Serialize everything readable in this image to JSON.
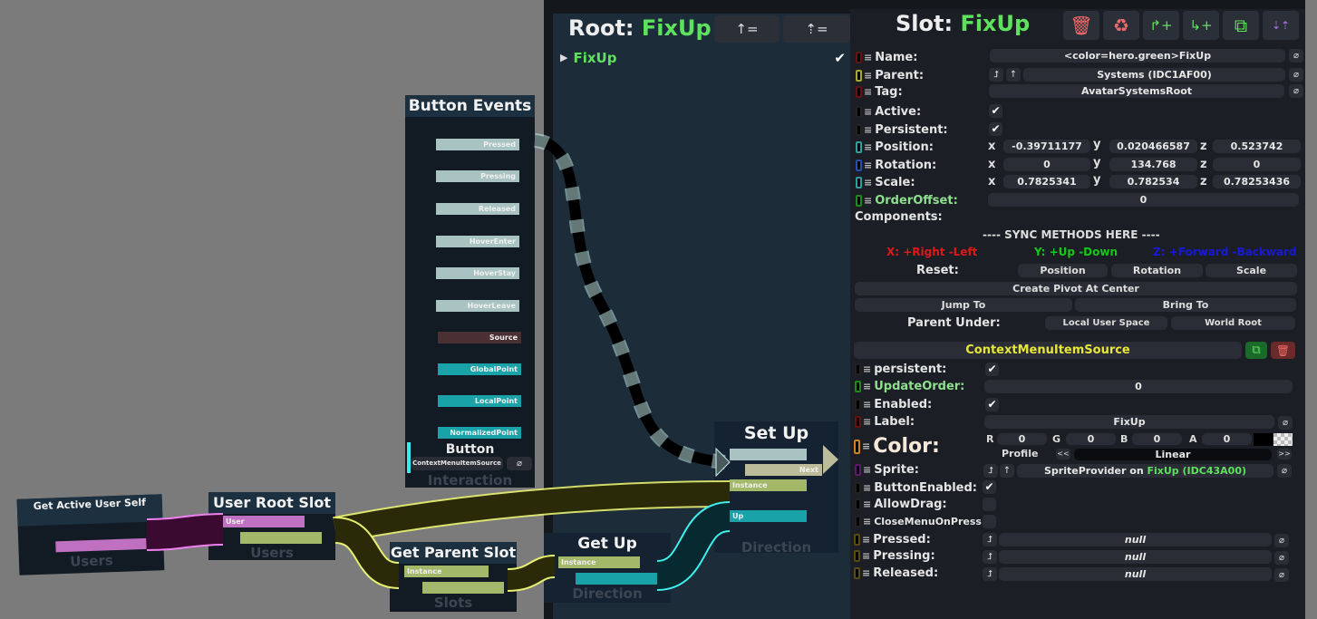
{
  "hierarchy": {
    "title_prefix": "Root: ",
    "title_name": "FixUp",
    "buttons": [
      {
        "icon": "move-up-icon",
        "glyph": "↑="
      },
      {
        "icon": "move-out-icon",
        "glyph": "⇡="
      }
    ],
    "items": [
      {
        "label": "FixUp",
        "active": true
      }
    ]
  },
  "inspector": {
    "title_prefix": "Slot: ",
    "title_name": "FixUp",
    "toolbar": [
      {
        "icon": "trash-icon",
        "glyph": "🗑",
        "color": "#f06a6a"
      },
      {
        "icon": "recycle-icon",
        "glyph": "♻",
        "color": "#f06a6a"
      },
      {
        "icon": "insert-parent-icon",
        "glyph": "↱+",
        "color": "#5ee25e"
      },
      {
        "icon": "add-child-icon",
        "glyph": "↳+",
        "color": "#5ee25e"
      },
      {
        "icon": "duplicate-icon",
        "glyph": "⧉",
        "color": "#5ee25e"
      },
      {
        "icon": "center-icon",
        "glyph": "⇣⇡",
        "color": "#b070e0"
      }
    ],
    "name": {
      "label": "Name:",
      "value": "<color=hero.green>FixUp"
    },
    "parent": {
      "label": "Parent:",
      "value": "Systems (IDC1AF00)"
    },
    "tag": {
      "label": "Tag:",
      "value": "AvatarSystemsRoot"
    },
    "active": {
      "label": "Active:",
      "checked": true
    },
    "persistent": {
      "label": "Persistent:",
      "checked": true
    },
    "position": {
      "label": "Position:",
      "x": "-0.39711177",
      "y": "0.020466587",
      "z": "0.523742"
    },
    "rotation": {
      "label": "Rotation:",
      "x": "0",
      "y": "134.768",
      "z": "0"
    },
    "scale": {
      "label": "Scale:",
      "x": "0.7825341",
      "y": "0.782534",
      "z": "0.78253436"
    },
    "order_offset": {
      "label": "OrderOffset:",
      "value": "0"
    },
    "axis_labels": {
      "x": "x",
      "y": "y",
      "z": "z"
    },
    "components_label": "Components:",
    "sync_header": "---- SYNC METHODS HERE ----",
    "axis_hints": {
      "x": "X: +Right -Left",
      "y": "Y: +Up -Down",
      "z": "Z: +Forward -Backward"
    },
    "reset": {
      "label": "Reset:",
      "position": "Position",
      "rotation": "Rotation",
      "scale": "Scale"
    },
    "create_pivot": "Create Pivot At Center",
    "jump_to": "Jump To",
    "bring_to": "Bring To",
    "parent_under": {
      "label": "Parent Under:",
      "local": "Local User Space",
      "world": "World Root"
    },
    "component": {
      "name": "ContextMenuItemSource",
      "persistent": {
        "label": "persistent:",
        "checked": true
      },
      "update_order": {
        "label": "UpdateOrder:",
        "value": "0"
      },
      "enabled": {
        "label": "Enabled:",
        "checked": true
      },
      "label": {
        "label": "Label:",
        "value": "FixUp"
      },
      "color": {
        "label": "Color:",
        "r": "0",
        "g": "0",
        "b": "0",
        "a": "0",
        "profile_label": "Profile",
        "profile": "Linear",
        "prev": "<<",
        "next": ">>",
        "R": "R",
        "G": "G",
        "B": "B",
        "A": "A"
      },
      "sprite": {
        "label": "Sprite:",
        "value_prefix": "SpriteProvider on ",
        "value_name": "FixUp (IDC43A00)"
      },
      "button_enabled": {
        "label": "ButtonEnabled:",
        "checked": true
      },
      "allow_drag": {
        "label": "AllowDrag:",
        "checked": false
      },
      "close_menu": {
        "label": "CloseMenuOnPress:",
        "checked": false
      },
      "pressed": {
        "label": "Pressed:",
        "value": "null"
      },
      "pressing": {
        "label": "Pressing:",
        "value": "null"
      },
      "released": {
        "label": "Released:",
        "value": "null"
      }
    }
  },
  "nodes": {
    "button_events": {
      "title": "Button Events",
      "outputs": [
        "Pressed",
        "Pressing",
        "Released",
        "HoverEnter",
        "HoverStay",
        "HoverLeave",
        "Source",
        "GlobalPoint",
        "LocalPoint",
        "NormalizedPoint"
      ],
      "field_title": "Button",
      "field_value": "ContextMenuItemSource",
      "category": "Interaction"
    },
    "get_active_user": {
      "title": "Get Active User Self",
      "category": "Users"
    },
    "user_root_slot": {
      "title": "User Root Slot",
      "input": "User",
      "category": "Users"
    },
    "get_parent_slot": {
      "title": "Get Parent Slot",
      "input": "Instance",
      "category": "Slots"
    },
    "get_up": {
      "title": "Get Up",
      "input": "Instance",
      "category": "Direction"
    },
    "set_up": {
      "title": "Set Up",
      "next": "Next",
      "instance": "Instance",
      "up": "Up",
      "category": "Direction"
    }
  },
  "colors": {
    "green": "#5ee25e",
    "yellow": "#e6e64a",
    "impulse": "#a9c3c3",
    "slot": "#a4b86a",
    "user": "#c070c0",
    "vector": "#19a2a8"
  }
}
